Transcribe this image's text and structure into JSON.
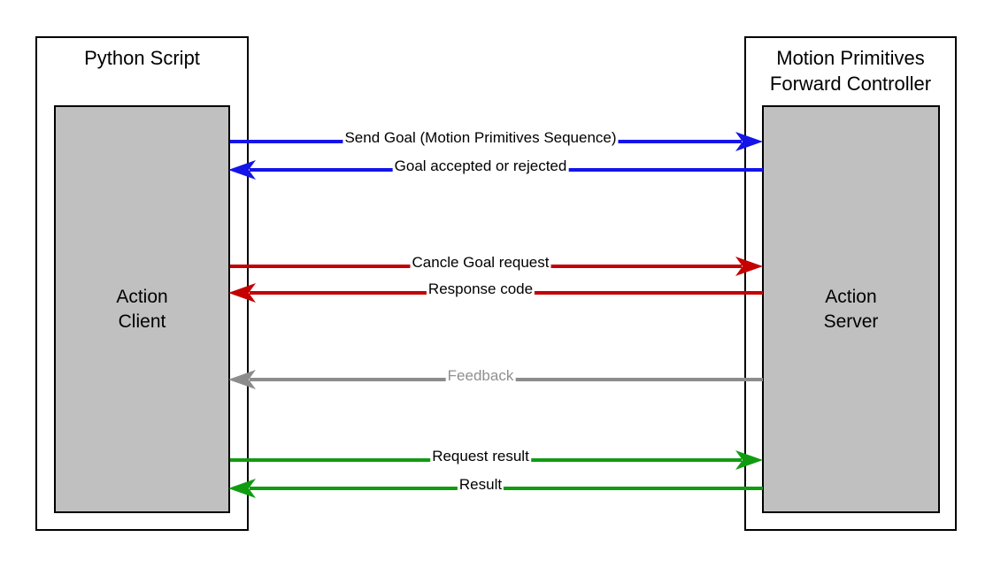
{
  "left_node": {
    "title": "Python Script",
    "inner_label": "Action\nClient"
  },
  "right_node": {
    "title": "Motion Primitives\nForward Controller",
    "inner_label": "Action\nServer"
  },
  "arrows": [
    {
      "label": "Send Goal (Motion Primitives Sequence)",
      "direction": "right",
      "color": "#1414E8",
      "label_color": "#000000"
    },
    {
      "label": "Goal accepted or rejected",
      "direction": "left",
      "color": "#1414E8",
      "label_color": "#000000"
    },
    {
      "label": "Cancle Goal request",
      "direction": "right",
      "color": "#C40000",
      "label_color": "#000000"
    },
    {
      "label": "Response code",
      "direction": "left",
      "color": "#C40000",
      "label_color": "#000000"
    },
    {
      "label": "Feedback",
      "direction": "left",
      "color": "#8C8C8C",
      "label_color": "#909090"
    },
    {
      "label": "Request result",
      "direction": "right",
      "color": "#109C10",
      "label_color": "#000000"
    },
    {
      "label": "Result",
      "direction": "left",
      "color": "#109C10",
      "label_color": "#000000"
    }
  ],
  "colors": {
    "node_fill": "#C0C0C0",
    "border": "#000000",
    "background": "#FFFFFF"
  }
}
